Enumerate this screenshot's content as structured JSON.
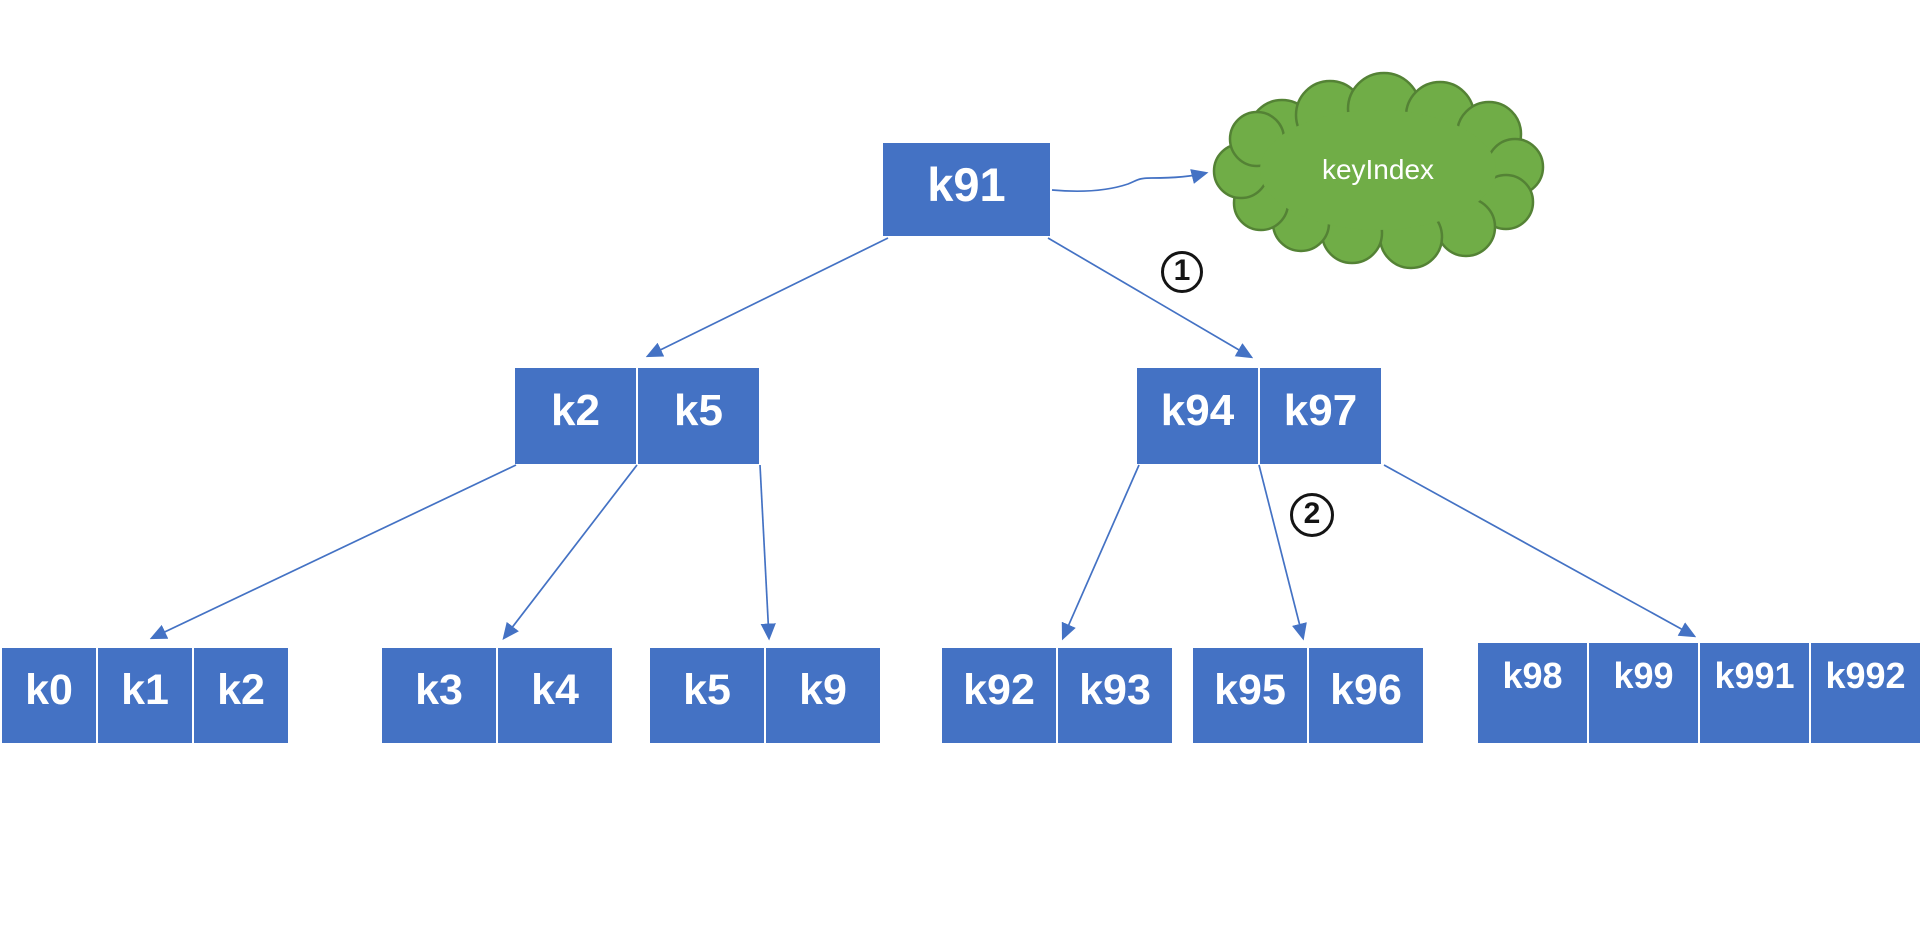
{
  "diagram": {
    "type": "b-tree-index",
    "root": {
      "keys": [
        "k91"
      ]
    },
    "internal": [
      {
        "keys": [
          "k2",
          "k5"
        ]
      },
      {
        "keys": [
          "k94",
          "k97"
        ]
      }
    ],
    "leaves": [
      {
        "keys": [
          "k0",
          "k1",
          "k2"
        ]
      },
      {
        "keys": [
          "k3",
          "k4"
        ]
      },
      {
        "keys": [
          "k5",
          "k9"
        ]
      },
      {
        "keys": [
          "k92",
          "k93"
        ]
      },
      {
        "keys": [
          "k95",
          "k96"
        ]
      },
      {
        "keys": [
          "k98",
          "k99",
          "k991",
          "k992"
        ]
      }
    ],
    "cloud": {
      "label": "keyIndex"
    },
    "annotations": [
      {
        "label": "1"
      },
      {
        "label": "2"
      }
    ],
    "colors": {
      "node_fill": "#4472C4",
      "node_text": "#FFFFFF",
      "cloud_fill": "#70AD47",
      "cloud_stroke": "#548235",
      "connector": "#4472C4",
      "annotation": "#141414",
      "background": "#FFFFFF"
    }
  }
}
